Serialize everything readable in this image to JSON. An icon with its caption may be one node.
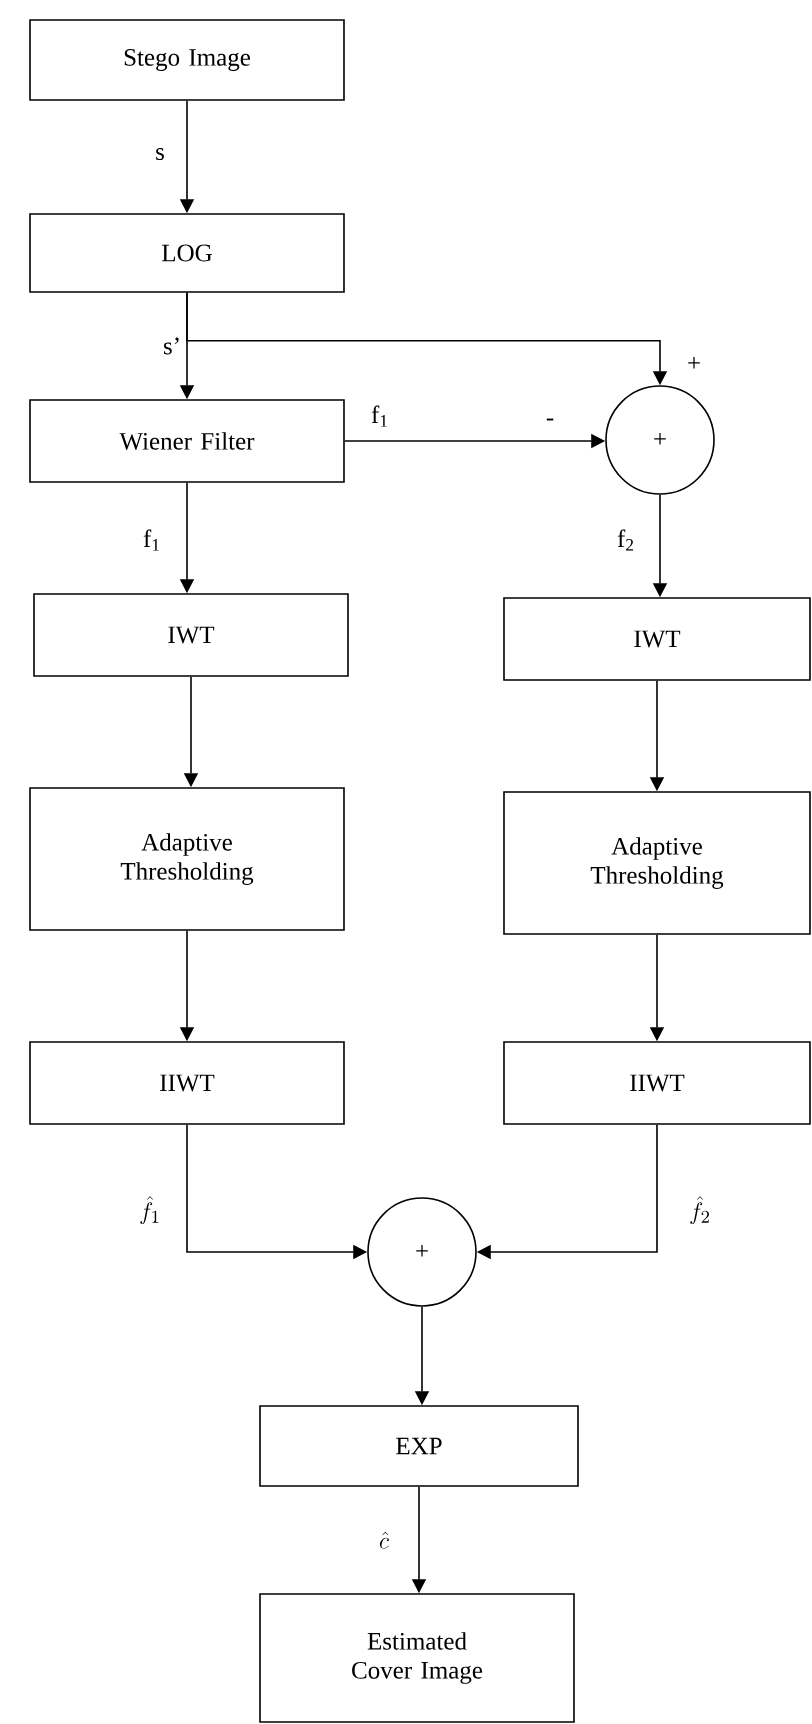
{
  "diagram": {
    "nodes": [
      {
        "text": [
          "Stego Image"
        ]
      },
      {
        "text": [
          "LOG"
        ]
      },
      {
        "text": [
          "Wiener Filter"
        ]
      },
      {
        "text": [
          "+"
        ]
      },
      {
        "text": [
          "IWT"
        ]
      },
      {
        "text": [
          "IWT"
        ]
      },
      {
        "text": [
          "Adaptive Thresholding"
        ]
      },
      {
        "text": [
          "Adaptive Thresholding"
        ]
      },
      {
        "text": [
          "IIWT"
        ]
      },
      {
        "text": [
          "IIWT"
        ]
      },
      {
        "text": [
          "+"
        ]
      },
      {
        "text": [
          "EXP"
        ]
      },
      {
        "text": [
          "Estimated Cover Image"
        ]
      }
    ],
    "edges": [
      {
        "from": 0,
        "to": 1,
        "arrow": "to",
        "label": "s"
      },
      {
        "from": 1,
        "to": 2,
        "arrow": "to",
        "label": "s’"
      },
      {
        "from": 1,
        "to": 3,
        "arrow": "to"
      },
      {
        "from": 2,
        "to": 3,
        "arrow": "to",
        "label": "f$_{1}$"
      },
      {
        "from": 2,
        "to": 4,
        "arrow": "to",
        "label": "f$_{1}$"
      },
      {
        "from": 3,
        "to": 5,
        "arrow": "to",
        "label": "f$_{2}$"
      },
      {
        "from": 4,
        "to": 6,
        "arrow": "to"
      },
      {
        "from": 5,
        "to": 7,
        "arrow": "to"
      },
      {
        "from": 6,
        "to": 8,
        "arrow": "to"
      },
      {
        "from": 7,
        "to": 9,
        "arrow": "to"
      },
      {
        "from": 8,
        "to": 10,
        "arrow": "to",
        "label": "\\hat{f}_1"
      },
      {
        "from": 9,
        "to": 10,
        "arrow": "to",
        "label": "\\hat{f}_2"
      },
      {
        "from": 10,
        "to": 11,
        "arrow": "to"
      },
      {
        "from": 11,
        "to": 12,
        "arrow": "to",
        "label": "\\hat{c}"
      }
    ],
    "labels": [
      "+",
      "-"
    ]
  }
}
